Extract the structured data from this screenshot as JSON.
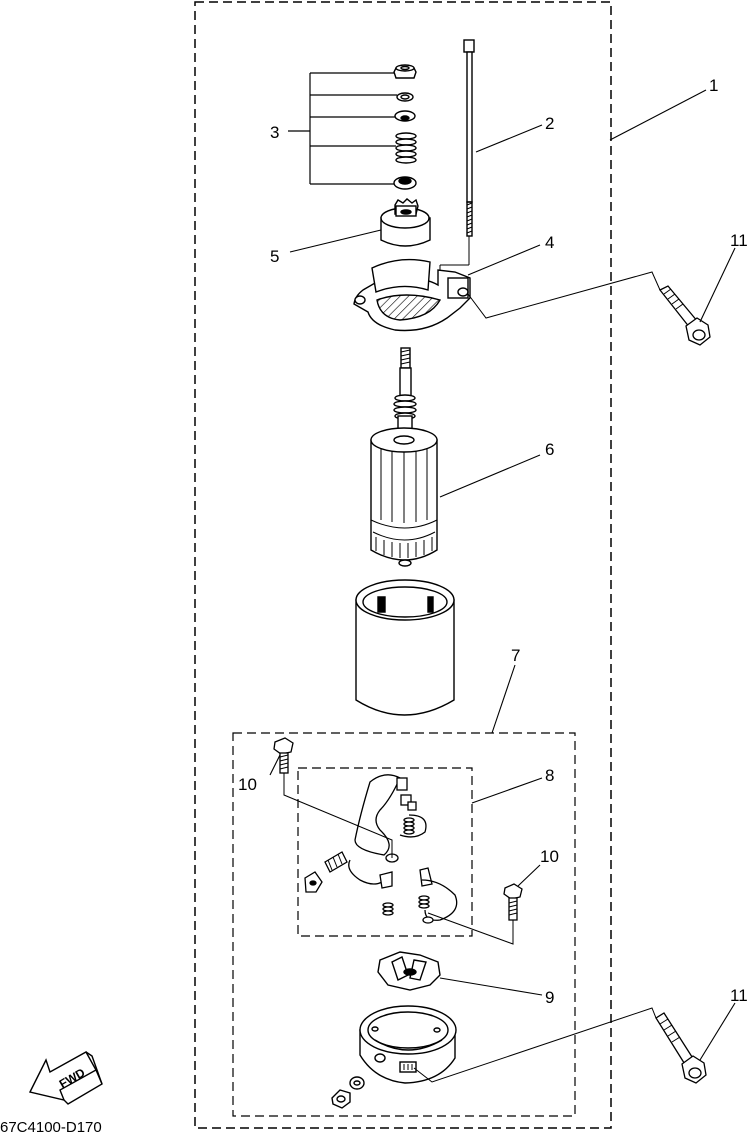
{
  "diagram": {
    "callouts": {
      "c1": "1",
      "c2": "2",
      "c3": "3",
      "c4": "4",
      "c5": "5",
      "c6": "6",
      "c7": "7",
      "c8": "8",
      "c9": "9",
      "c10a": "10",
      "c10b": "10",
      "c11a": "11",
      "c11b": "11"
    },
    "fwd_label": "FWD",
    "drawing_code": "67C4100-D170"
  }
}
